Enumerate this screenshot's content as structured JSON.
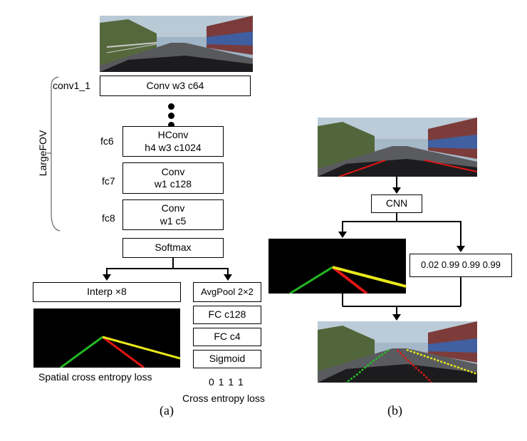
{
  "panel_a": {
    "conv1_label": "conv1_1",
    "conv1_box": "Conv w3 c64",
    "fc6_label": "fc6",
    "fc6_line1": "HConv",
    "fc6_line2": "h4 w3 c1024",
    "fc7_label": "fc7",
    "fc7_line1": "Conv",
    "fc7_line2": "w1 c128",
    "fc8_label": "fc8",
    "fc8_line1": "Conv",
    "fc8_line2": "w1 c5",
    "softmax": "Softmax",
    "largefov": "LargeFOV",
    "interp": "Interp ×8",
    "avgpool": "AvgPool 2×2",
    "fc128": "FC c128",
    "fc4": "FC c4",
    "sigmoid": "Sigmoid",
    "spatial_loss": "Spatial cross entropy loss",
    "existence": "0 1 1 1",
    "ce_loss": "Cross entropy loss",
    "caption": "(a)"
  },
  "panel_b": {
    "cnn": "CNN",
    "probabilities": "0.02 0.99 0.99 0.99",
    "caption": "(b)"
  }
}
